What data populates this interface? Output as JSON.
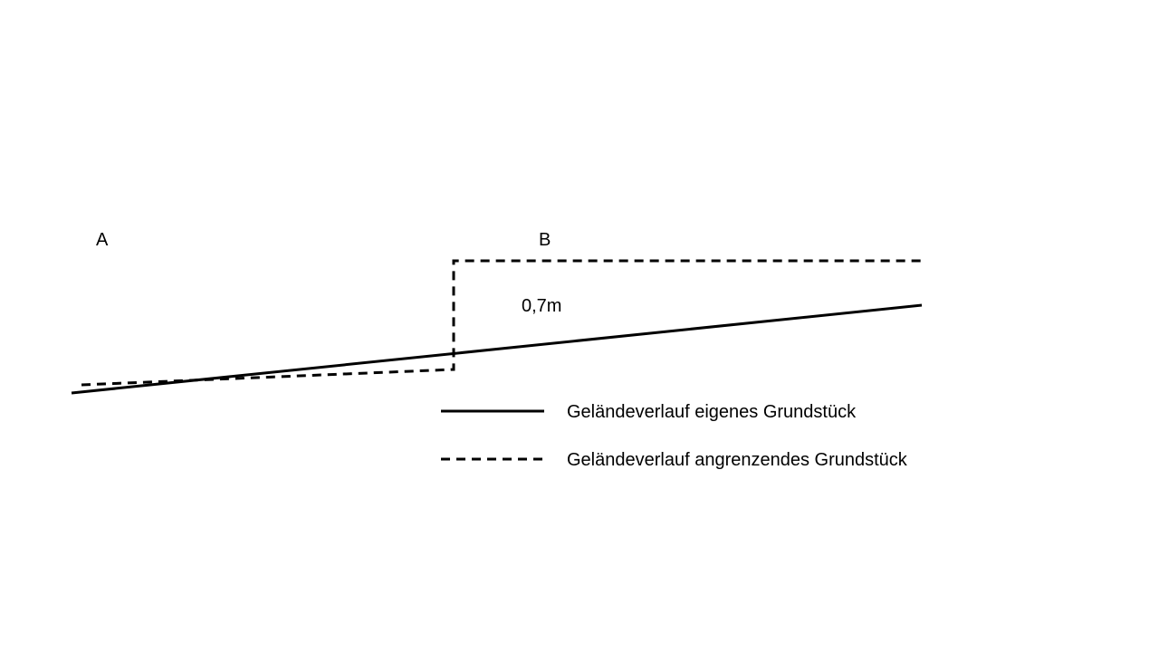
{
  "labels": {
    "point_a": "A",
    "point_b": "B",
    "height_difference": "0,7m"
  },
  "legend": {
    "own_terrain": "Geländeverlauf eigenes Grundstück",
    "adjacent_terrain": "Geländeverlauf angrenzendes Grundstück"
  },
  "colors": {
    "line": "#000000",
    "background": "#ffffff"
  }
}
